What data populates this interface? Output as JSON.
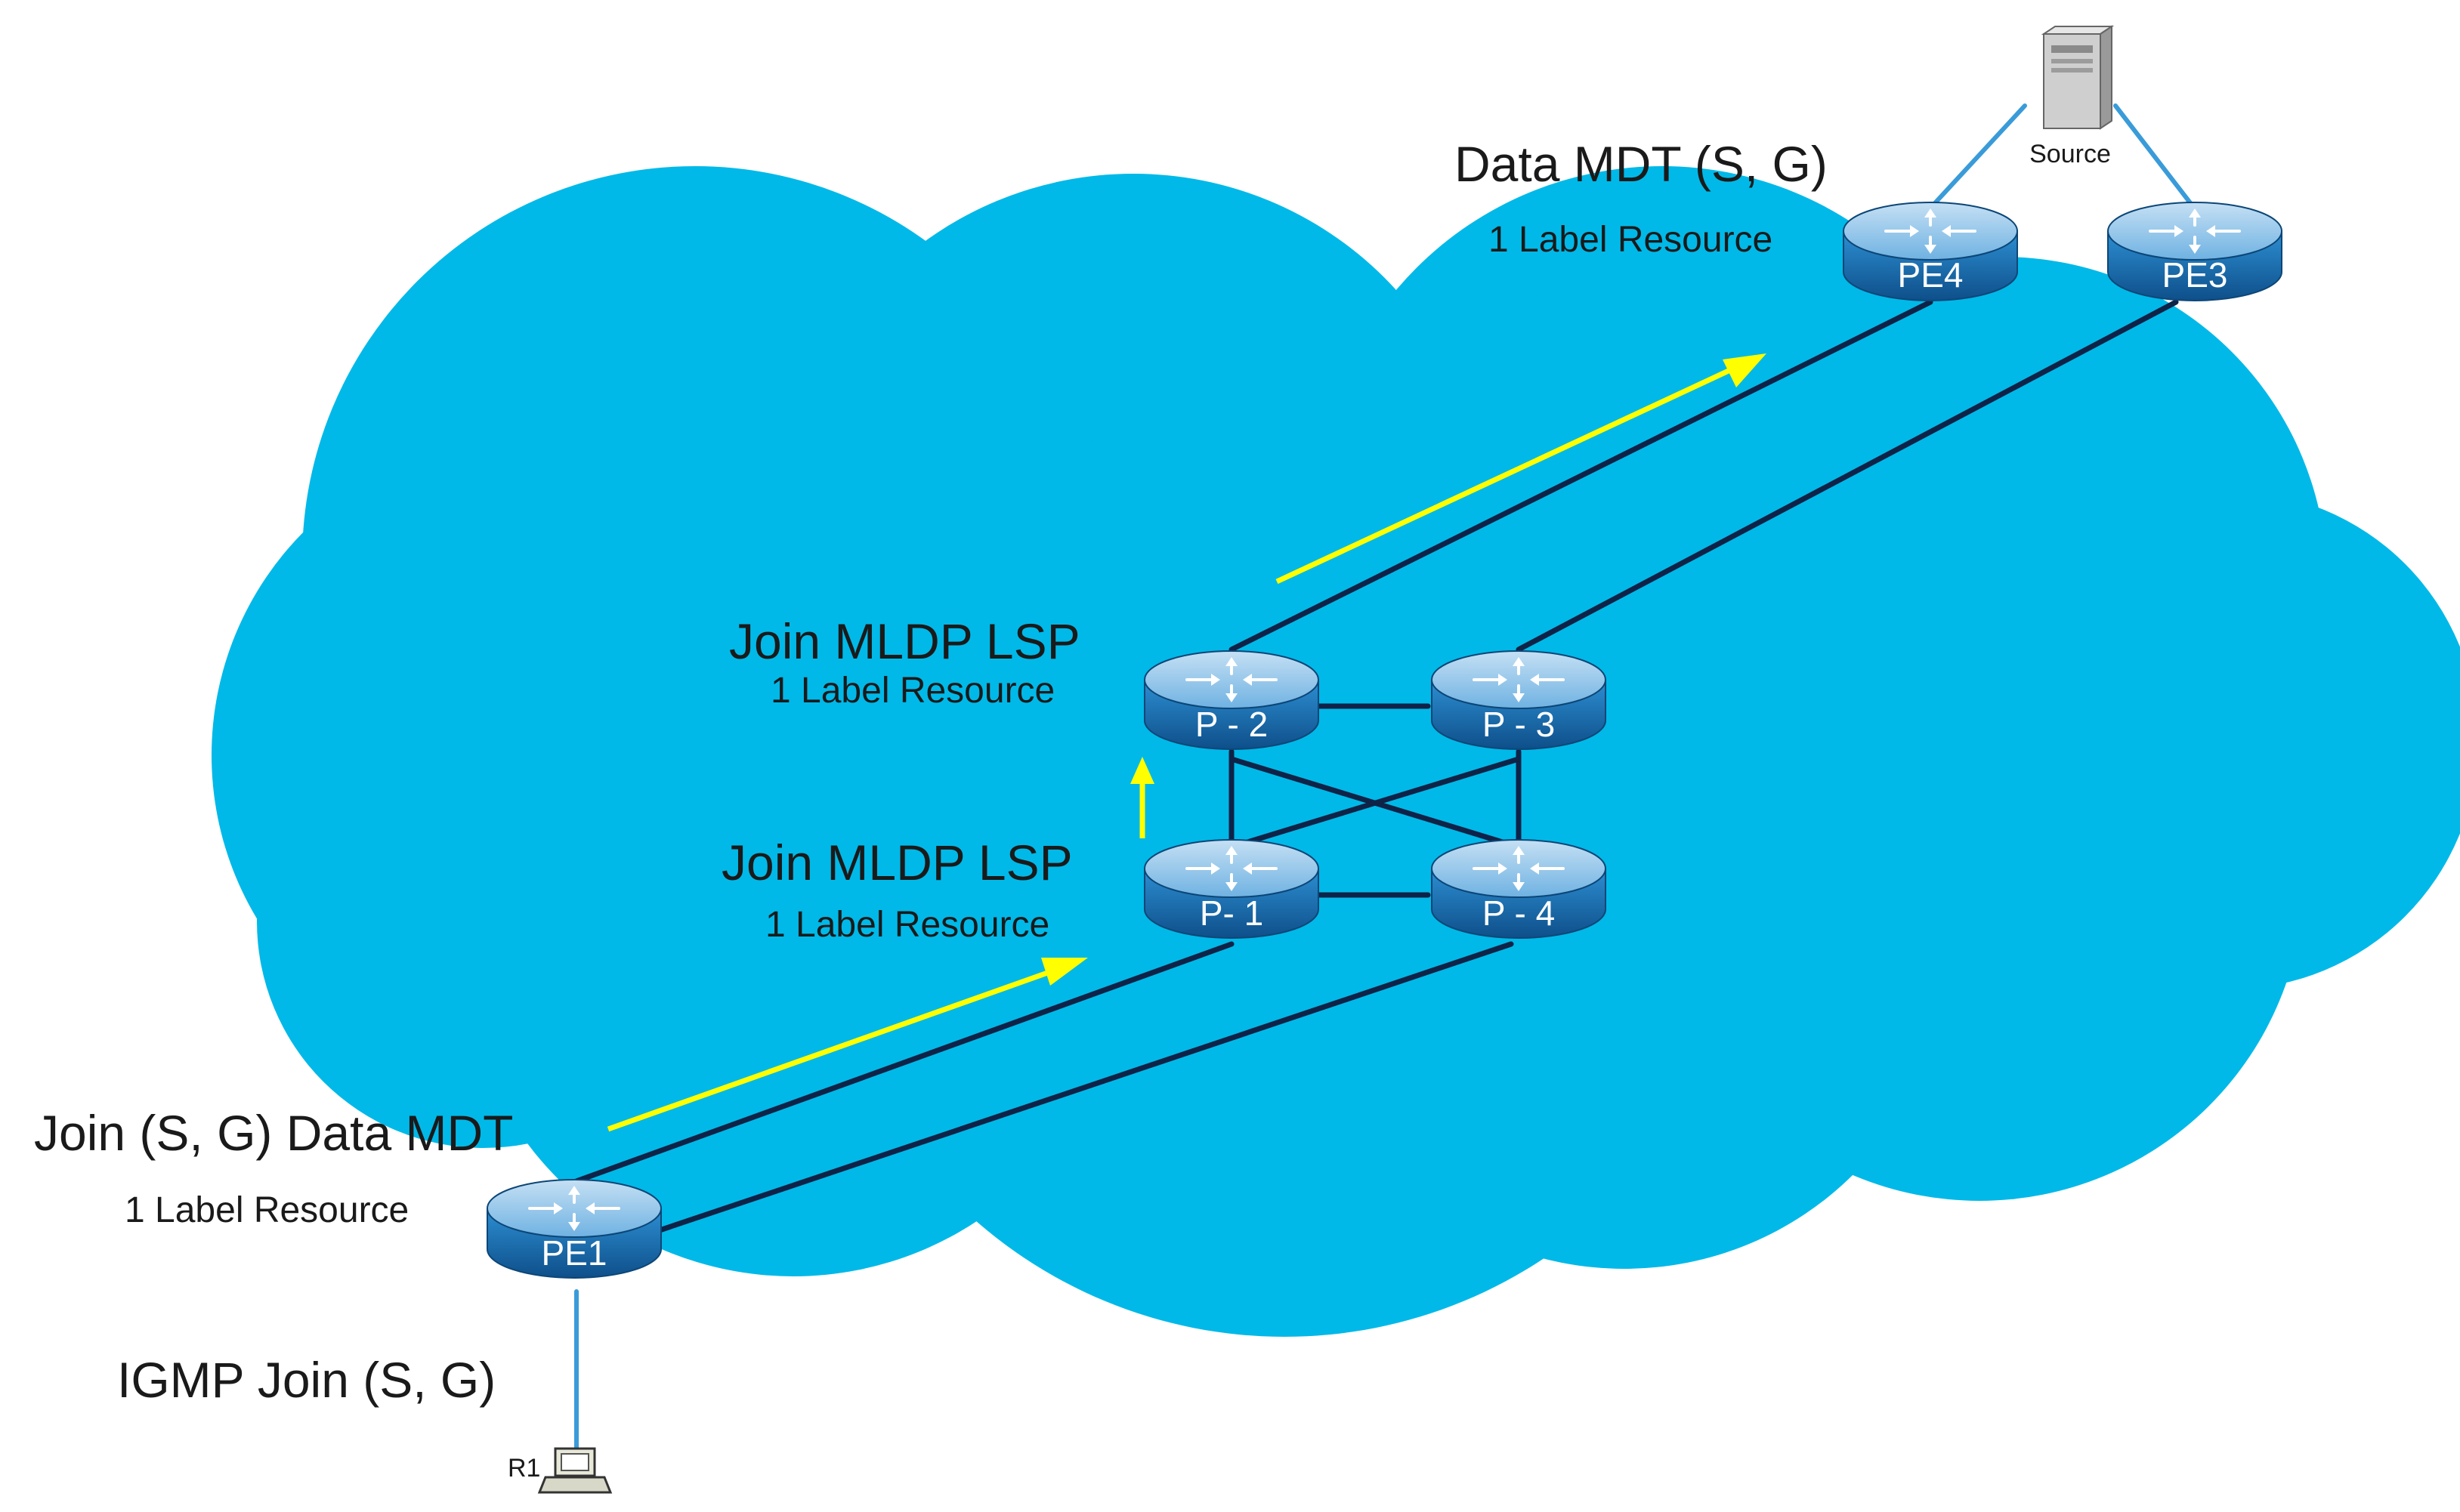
{
  "labels": {
    "data_mdt": "Data MDT (S, G)",
    "pe4_resource": "1 Label Resource",
    "join_mldp_p2": "Join MLDP LSP",
    "p2_resource": "1 Label Resource",
    "join_mldp_p1": "Join MLDP LSP",
    "p1_resource": "1 Label Resource",
    "join_data_mdt": "Join (S, G) Data MDT",
    "pe1_resource": "1 Label Resource",
    "igmp_join": "IGMP Join (S, G)"
  },
  "nodes": {
    "source": "Source",
    "pe4": "PE4",
    "pe3": "PE3",
    "p2": "P - 2",
    "p3": "P - 3",
    "p1": "P- 1",
    "p4": "P - 4",
    "pe1": "PE1",
    "r1": "R1"
  },
  "colors": {
    "cloud": "#00B9E8",
    "link": "#0E2347",
    "access_link": "#3A9BD9",
    "arrow": "#FFFF00",
    "router_body": "#1E7CC0",
    "router_top": "#8CC3EA"
  }
}
